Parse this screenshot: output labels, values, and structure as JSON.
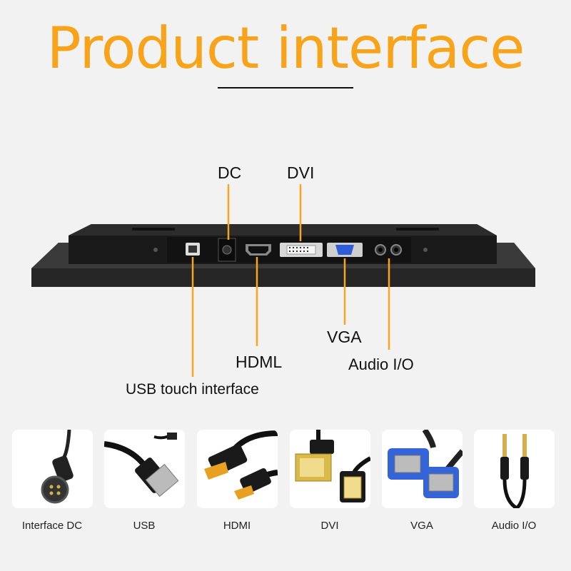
{
  "header": {
    "title": "Product interface"
  },
  "ports": {
    "dc": "DC",
    "dvi": "DVI",
    "vga": "VGA",
    "hdmi": "HDML",
    "audio": "Audio I/O",
    "usb": "USB touch interface"
  },
  "cables": [
    {
      "label": "Interface DC",
      "icon": "dc-plug-icon"
    },
    {
      "label": "USB",
      "icon": "usb-cable-icon"
    },
    {
      "label": "HDMI",
      "icon": "hdmi-cable-icon"
    },
    {
      "label": "DVI",
      "icon": "dvi-cable-icon"
    },
    {
      "label": "VGA",
      "icon": "vga-cable-icon"
    },
    {
      "label": "Audio I/O",
      "icon": "audio-cable-icon"
    }
  ],
  "colors": {
    "accent": "#f7a41b",
    "line": "#f5a623",
    "device": "#1c1c1c"
  }
}
